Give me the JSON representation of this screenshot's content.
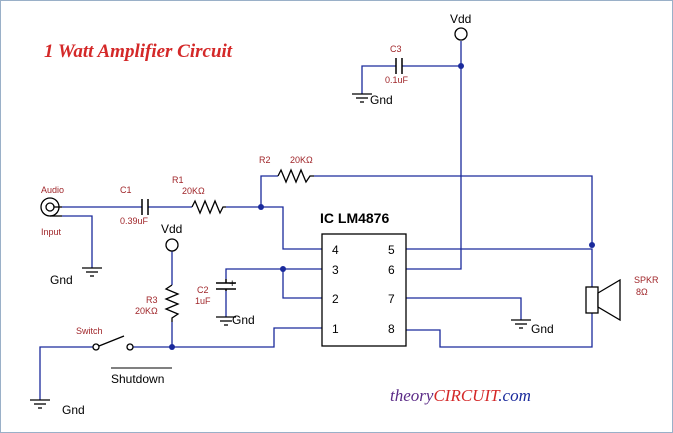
{
  "title": "1 Watt Amplifier Circuit",
  "brand": {
    "prefix": "theory",
    "highlight": "CIRCUIT",
    "suffix": ".com"
  },
  "ic": {
    "name": "IC LM4876",
    "pins": {
      "p1": "1",
      "p2": "2",
      "p3": "3",
      "p4": "4",
      "p5": "5",
      "p6": "6",
      "p7": "7",
      "p8": "8"
    }
  },
  "labels": {
    "vdd_top": "Vdd",
    "vdd_mid": "Vdd",
    "c3": "C3",
    "c3_value": "0.1uF",
    "gnd_c3": "Gnd",
    "r2": "R2",
    "r2_value": "20KΩ",
    "audio": "Audio",
    "input": "Input",
    "c1": "C1",
    "c1_value": "0.39uF",
    "r1": "R1",
    "r1_value": "20KΩ",
    "gnd_input": "Gnd",
    "c2": "C2",
    "c2_value": "1uF",
    "c2_plus": "+",
    "gnd_c2": "Gnd",
    "r3": "R3",
    "r3_value": "20KΩ",
    "gnd_pin7": "Gnd",
    "switch": "Switch",
    "shutdown": "Shutdown",
    "gnd_switch": "Gnd",
    "spkr": "SPKR",
    "spkr_value": "8Ω"
  },
  "colors": {
    "wire": "#1a2a9c",
    "component": "#000000",
    "label_red": "#a0262a",
    "title": "#d42828",
    "brand_dark": "#5a2a86",
    "brand_highlight": "#d42828",
    "brand_suffix": "#1a2a9c"
  }
}
